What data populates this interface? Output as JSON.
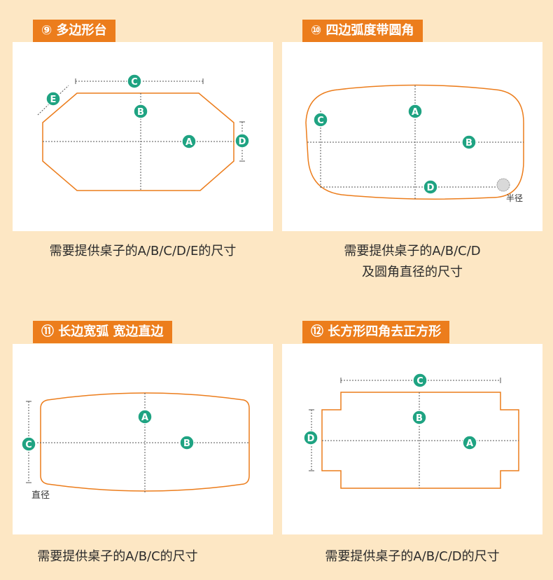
{
  "colors": {
    "background": "#fde7c4",
    "tag": "#ec7d1c",
    "outline": "#ec7d1c",
    "marker": "#1fa382",
    "dotted": "#555555"
  },
  "sections": [
    {
      "title": "⑨ 多边形台",
      "caption": [
        "需要提供桌子的A/B/C/D/E的尺寸"
      ],
      "markers": [
        "C",
        "E",
        "B",
        "A",
        "D"
      ]
    },
    {
      "title": "⑩ 四边弧度带圆角",
      "caption": [
        "需要提供桌子的A/B/C/D",
        "及圆角直径的尺寸"
      ],
      "markers": [
        "A",
        "C",
        "B",
        "D"
      ],
      "note": "半径"
    },
    {
      "title": "⑪ 长边宽弧  宽边直边",
      "caption": [
        "需要提供桌子的A/B/C的尺寸"
      ],
      "markers": [
        "A",
        "B",
        "C"
      ],
      "note": "直径"
    },
    {
      "title": "⑫ 长方形四角去正方形",
      "caption": [
        "需要提供桌子的A/B/C/D的尺寸"
      ],
      "markers": [
        "C",
        "B",
        "D",
        "A"
      ]
    }
  ]
}
